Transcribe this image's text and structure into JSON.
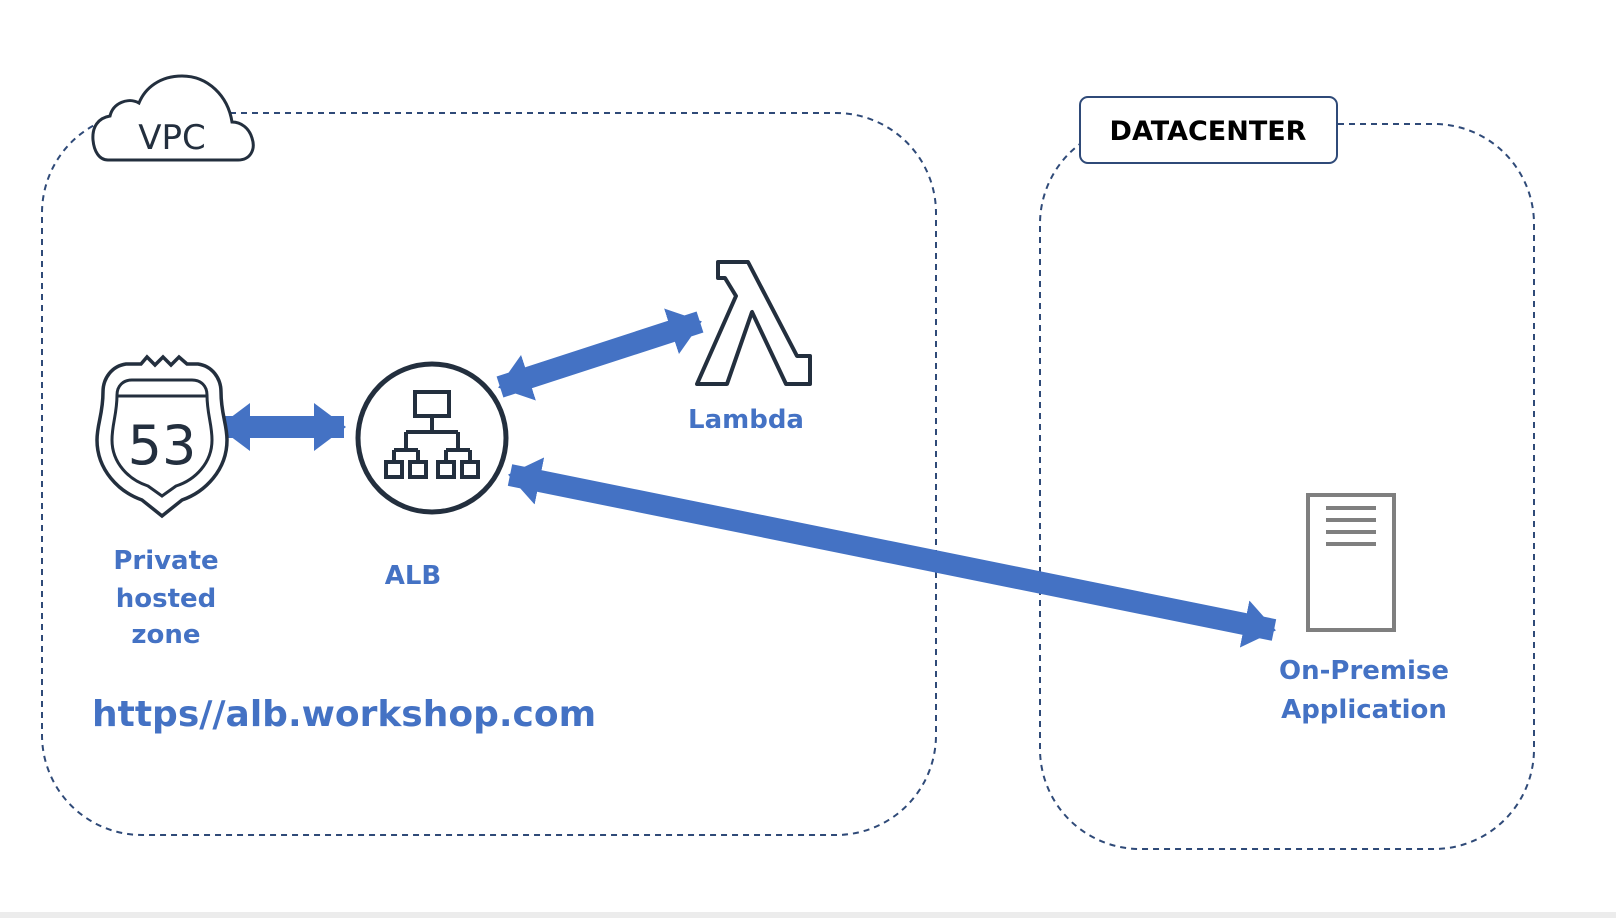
{
  "vpc": {
    "label": "VPC",
    "url": "https//alb.workshop.com"
  },
  "datacenter": {
    "title": "DATACENTER"
  },
  "nodes": {
    "route53": {
      "label_lines": [
        "Private",
        "hosted",
        "zone"
      ],
      "badge_number": "53",
      "icon": "route53-shield-icon"
    },
    "alb": {
      "label": "ALB",
      "icon": "load-balancer-icon"
    },
    "lambda": {
      "label": "Lambda",
      "icon": "lambda-icon"
    },
    "onprem": {
      "label_lines": [
        "On-Premise",
        "Application"
      ],
      "icon": "server-icon"
    }
  },
  "colors": {
    "arrow": "#4472c4",
    "label": "#4472c4",
    "border": "#2f4a78",
    "icon": "#232f3e",
    "server": "#7f7f7f"
  }
}
